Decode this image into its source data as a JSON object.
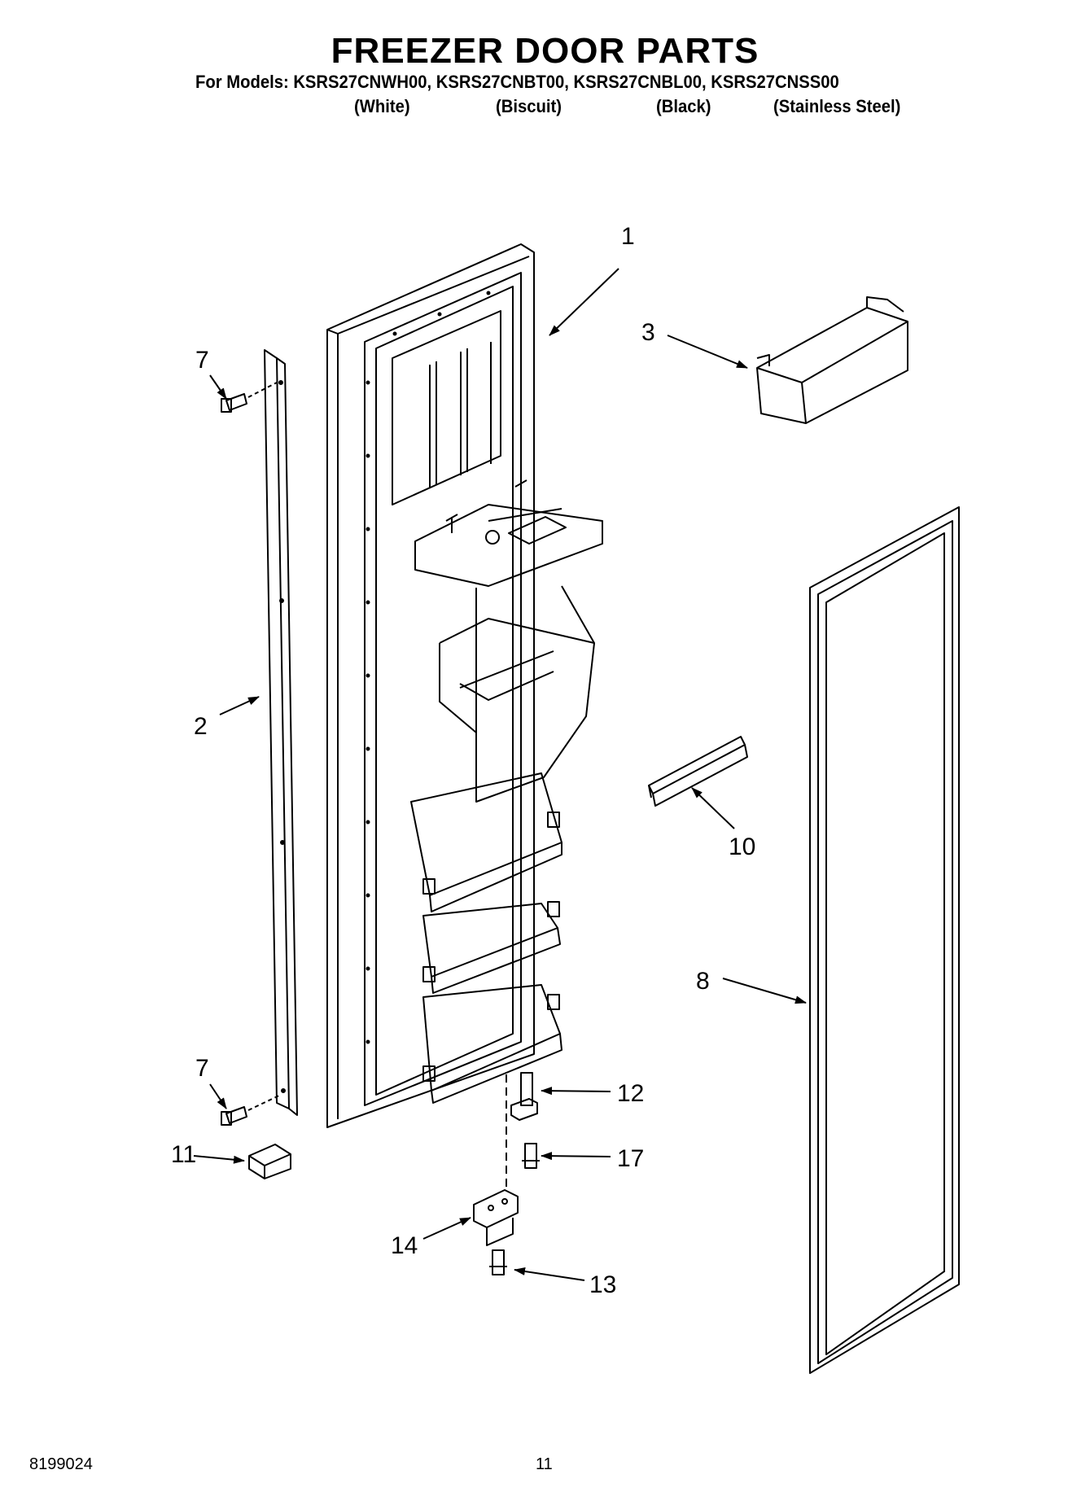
{
  "header": {
    "title": "FREEZER DOOR PARTS",
    "models_line": "For Models: KSRS27CNWH00, KSRS27CNBT00, KSRS27CNBL00, KSRS27CNSS00",
    "variants": [
      "(White)",
      "(Biscuit)",
      "(Black)",
      "(Stainless Steel)"
    ]
  },
  "callouts": {
    "c1": "1",
    "c2": "2",
    "c3": "3",
    "c7a": "7",
    "c7b": "7",
    "c8": "8",
    "c10": "10",
    "c11": "11",
    "c12": "12",
    "c13": "13",
    "c14": "14",
    "c17": "17"
  },
  "footer": {
    "part_number": "8199024",
    "page_number": "11"
  }
}
